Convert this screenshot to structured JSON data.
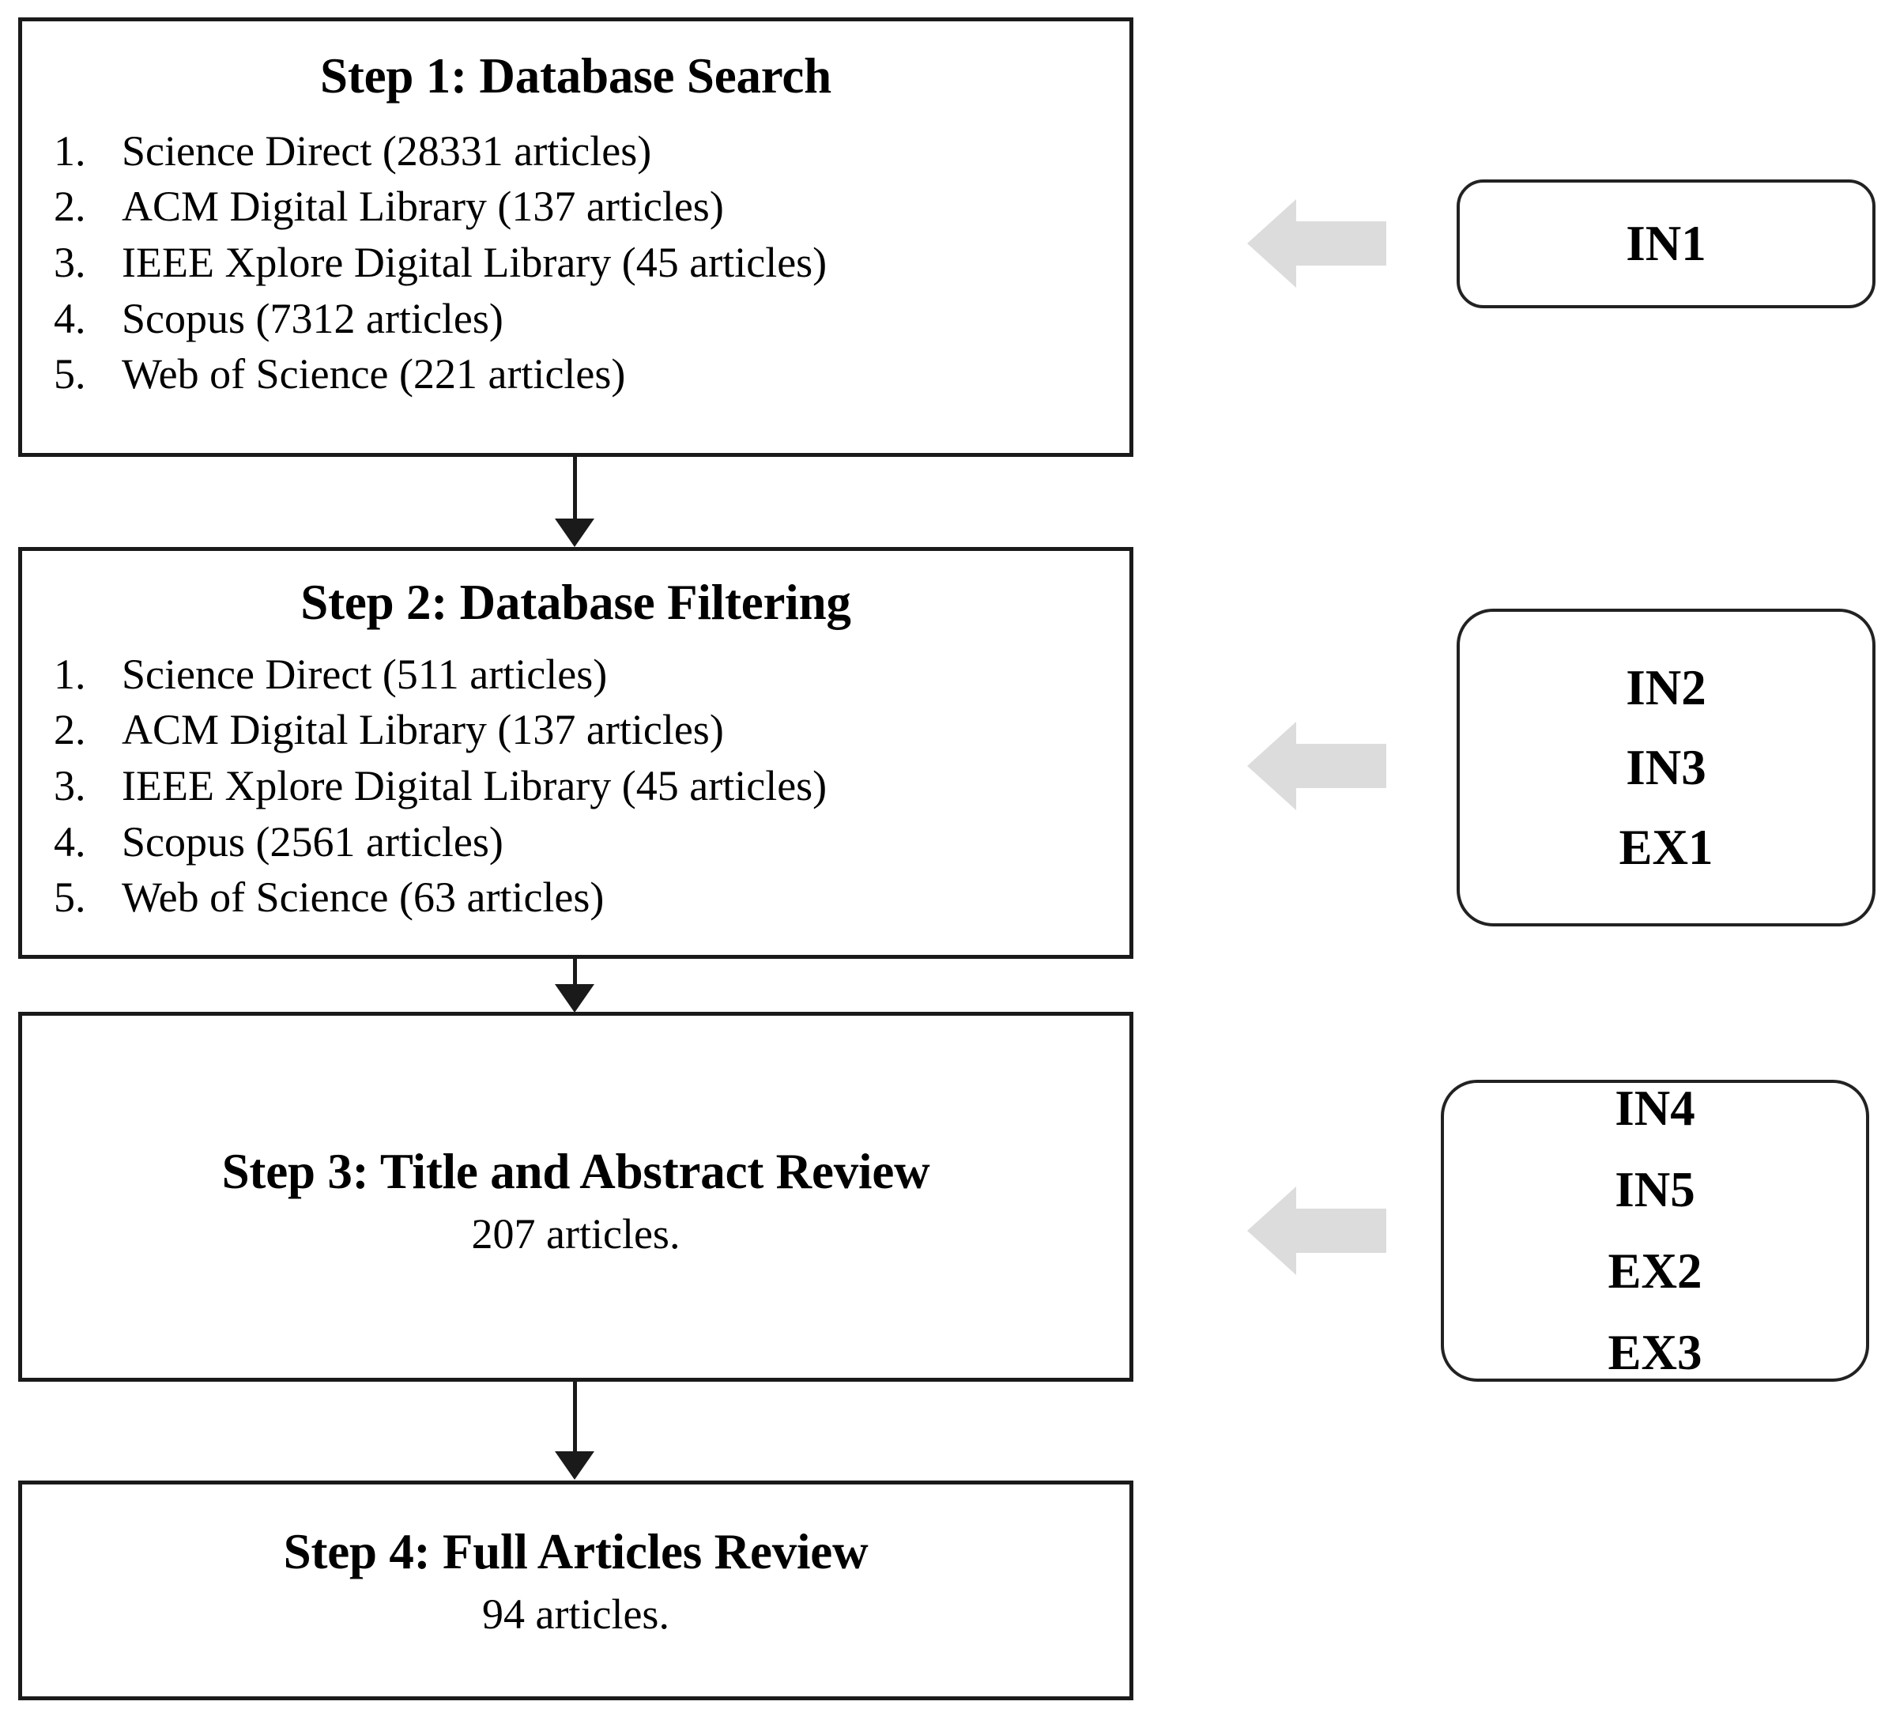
{
  "diagram": {
    "title": "Systematic literature review selection process",
    "colors": {
      "box_border": "#1a1a1a",
      "criteria_border": "#222222",
      "grey_arrow": "#dcdcdc",
      "background": "#ffffff",
      "text": "#000000"
    },
    "steps": [
      {
        "id": "step-1",
        "title": "Step 1: Database Search",
        "items": [
          {
            "num": "1.",
            "text": "Science Direct (28331 articles)"
          },
          {
            "num": "2.",
            "text": "ACM Digital Library (137 articles)"
          },
          {
            "num": "3.",
            "text": "IEEE Xplore Digital Library (45 articles)"
          },
          {
            "num": "4.",
            "text": "Scopus (7312 articles)"
          },
          {
            "num": "5.",
            "text": "Web of Science (221 articles)"
          }
        ],
        "subtitle": ""
      },
      {
        "id": "step-2",
        "title": "Step 2: Database Filtering",
        "items": [
          {
            "num": "1.",
            "text": "Science Direct (511 articles)"
          },
          {
            "num": "2.",
            "text": "ACM Digital Library (137 articles)"
          },
          {
            "num": "3.",
            "text": "IEEE Xplore Digital Library (45 articles)"
          },
          {
            "num": "4.",
            "text": "Scopus (2561 articles)"
          },
          {
            "num": "5.",
            "text": "Web of Science (63 articles)"
          }
        ],
        "subtitle": ""
      },
      {
        "id": "step-3",
        "title": "Step 3: Title and Abstract Review",
        "items": [],
        "subtitle": "207 articles."
      },
      {
        "id": "step-4",
        "title": "Step 4: Full Articles Review",
        "items": [],
        "subtitle": "94 articles."
      }
    ],
    "criteria_boxes": [
      {
        "id": "criteria-1",
        "lines": [
          "IN1"
        ]
      },
      {
        "id": "criteria-2",
        "lines": [
          "IN2",
          "IN3",
          "EX1"
        ]
      },
      {
        "id": "criteria-3",
        "lines": [
          "IN4",
          "IN5",
          "EX2",
          "EX3"
        ]
      }
    ],
    "flow_arrows": [
      {
        "from": "step-1",
        "to": "step-2"
      },
      {
        "from": "step-2",
        "to": "step-3"
      },
      {
        "from": "step-3",
        "to": "step-4"
      }
    ],
    "criteria_arrows": [
      {
        "from": "criteria-1",
        "to": "step-1",
        "direction": "left"
      },
      {
        "from": "criteria-2",
        "to": "step-2",
        "direction": "left"
      },
      {
        "from": "criteria-3",
        "to": "step-3",
        "direction": "left"
      }
    ]
  }
}
